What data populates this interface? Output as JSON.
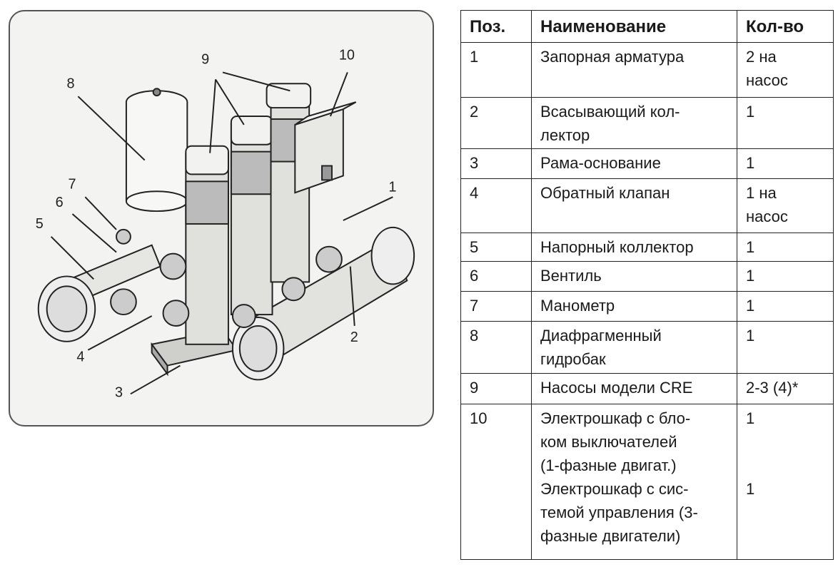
{
  "figure": {
    "callouts": [
      "1",
      "2",
      "3",
      "4",
      "5",
      "6",
      "7",
      "8",
      "9",
      "10"
    ]
  },
  "table": {
    "headers": {
      "pos": "Поз.",
      "name": "Наименование",
      "qty": "Кол-во"
    },
    "rows": [
      {
        "pos": "1",
        "name_lines": [
          "Запорная арматура"
        ],
        "qty_lines": [
          "2 на",
          "насос"
        ]
      },
      {
        "pos": "2",
        "name_lines": [
          "Всасывающий кол-",
          "лектор"
        ],
        "qty_lines": [
          "1"
        ]
      },
      {
        "pos": "3",
        "name_lines": [
          "Рама-основание"
        ],
        "qty_lines": [
          "1"
        ]
      },
      {
        "pos": "4",
        "name_lines": [
          "Обратный клапан"
        ],
        "qty_lines": [
          "1 на",
          "насос"
        ]
      },
      {
        "pos": "5",
        "name_lines": [
          "Напорный коллектор"
        ],
        "qty_lines": [
          "1"
        ]
      },
      {
        "pos": "6",
        "name_lines": [
          "Вентиль"
        ],
        "qty_lines": [
          "1"
        ]
      },
      {
        "pos": "7",
        "name_lines": [
          "Манометр"
        ],
        "qty_lines": [
          "1"
        ]
      },
      {
        "pos": "8",
        "name_lines": [
          "Диафрагменный",
          "гидробак"
        ],
        "qty_lines": [
          "1"
        ]
      },
      {
        "pos": "9",
        "name_lines": [
          "Насосы модели CRE"
        ],
        "qty_lines": [
          "2-3 (4)*"
        ]
      },
      {
        "pos": "10",
        "name_lines": [
          "Электрошкаф с бло-",
          "ком выключателей",
          "(1-фазные двигат.)",
          "Электрошкаф с сис-",
          "темой управления (3-",
          "фазные двигатели)"
        ],
        "qty_a": "1",
        "qty_b": "1"
      }
    ]
  }
}
